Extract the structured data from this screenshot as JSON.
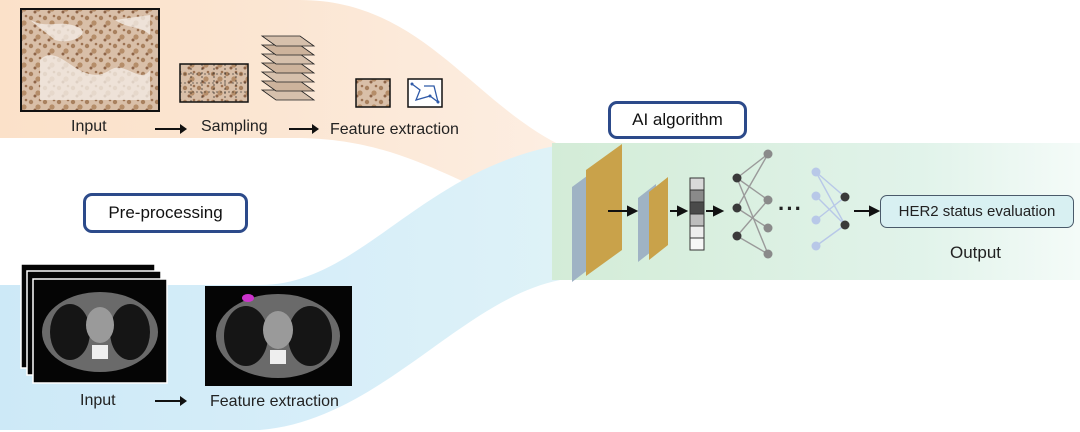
{
  "pathology": {
    "input_label": "Input",
    "sampling_label": "Sampling",
    "feature_label": "Feature extraction"
  },
  "preprocessing": {
    "label": "Pre-processing"
  },
  "ct": {
    "input_label": "Input",
    "feature_label": "Feature extraction"
  },
  "ai": {
    "label": "AI algorithm",
    "ellipsis": "···",
    "output_box": "HER2 status evaluation",
    "output_label": "Output"
  },
  "colors": {
    "box_border": "#2c4a8a",
    "pathology_band": "#f7d9bf",
    "ct_band": "#cde9f7",
    "ai_band": "#d6efdb",
    "feature_map": "#c9a24a",
    "feature_map_back": "#9fb3c4",
    "nn_node_dark": "#3a3a3a",
    "nn_node_light": "#b8c8e8",
    "highlight": "#cc33cc"
  }
}
